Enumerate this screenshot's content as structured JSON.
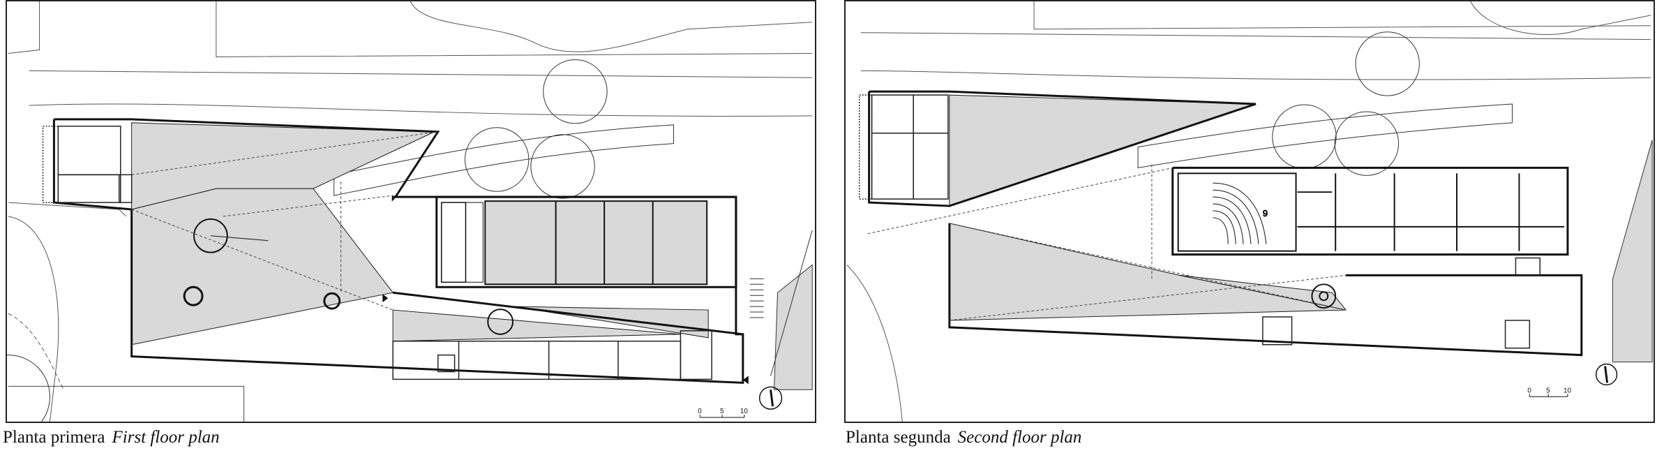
{
  "plans": [
    {
      "caption_es": "Planta primera",
      "caption_en": "First floor plan",
      "scale_labels": [
        "0",
        "5",
        "10"
      ]
    },
    {
      "caption_es": "Planta segunda",
      "caption_en": "Second floor plan",
      "scale_labels": [
        "0",
        "5",
        "10"
      ],
      "room_label": "9"
    }
  ],
  "colors": {
    "line": "#1a1a1a",
    "shade": "#d9d9d9",
    "background": "#ffffff"
  }
}
